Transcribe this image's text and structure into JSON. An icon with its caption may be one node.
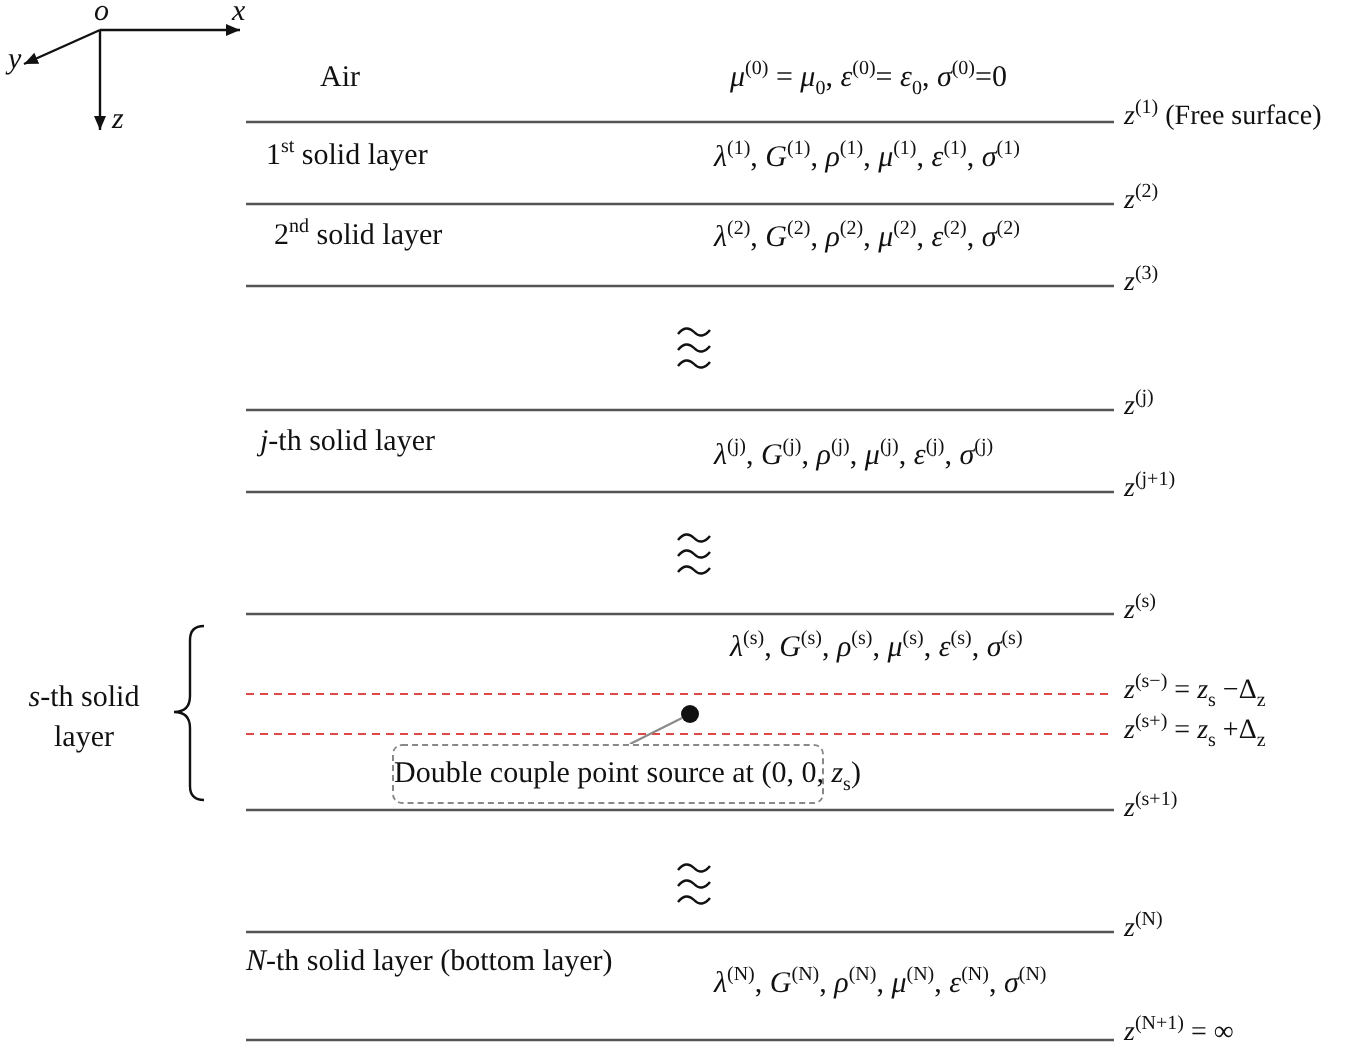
{
  "diagram": {
    "nodes": [
      {
        "text": [
          "Double couple point source at (0, 0, *z*$_{s}$)"
        ]
      },
      {
        "text": [],
        "shape": "circle"
      }
    ],
    "edges": [
      {
        "from": 0,
        "to": 1,
        "arrow": "none"
      }
    ],
    "labels": [
      "o",
      "x",
      "y",
      "z",
      "Air",
      "*μ*$^{(0)}$ = *μ*$_{0}$, *ε*$^{(0)}$= *ε*$_{0}$, *σ*$^{(0)}$=0",
      "*z*$^{(1)}$  (Free surface)",
      "1$^{st}$ solid layer",
      "*λ*$^{(1)}$, *G*$^{(1)}$, *ρ*$^{(1)}$, *μ*$^{(1)}$, *ε*$^{(1)}$, *σ*$^{(1)}$",
      "*z*$^{(2)}$",
      "2$^{nd}$ solid layer",
      "*λ*$^{(2)}$, *G*$^{(2)}$, *ρ*$^{(2)}$, *μ*$^{(2)}$, *ε*$^{(2)}$, *σ*$^{(2)}$",
      "*z*$^{(3)}$",
      "*z*$^{(j)}$",
      "*j*-th solid layer",
      "*λ*$^{(j)}$, *G*$^{(j)}$, *ρ*$^{(j)}$, *μ*$^{(j)}$, *ε*$^{(j)}$, *σ*$^{(j)}$",
      "*z*$^{(j+1)}$",
      "*z*$^{(s)}$",
      "*s*-th solid layer",
      "*λ*$^{(s)}$, *G*$^{(s)}$, *ρ*$^{(s)}$, *μ*$^{(s)}$, *ε*$^{(s)}$, *σ*$^{(s)}$",
      "*z*$^{(s−)}$ = *z*$_{s}$ −Δ$_{z}$",
      "*z*$^{(s+)}$ = *z*$_{s}$ +Δ$_{z}$",
      "*z*$^{(s+1)}$",
      "*z*$^{(N)}$",
      "*N*-th solid layer (bottom layer)",
      "*λ*$^{(N)}$, *G*$^{(N)}$, *ρ*$^{(N)}$, *μ*$^{(N)}$, *ε*$^{(N)}$, *σ*$^{(N)}$",
      "*z*$^{(N+1)}$ = ∞"
    ]
  }
}
